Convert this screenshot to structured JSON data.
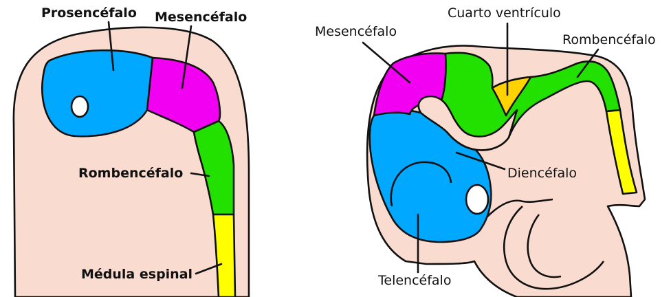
{
  "diagram": {
    "left_panel": {
      "labels": {
        "prosencefalo": "Prosencéfalo",
        "mesencefalo": "Mesencéfalo",
        "rombencefalo": "Rombencéfalo",
        "medula": "Médula espinal"
      }
    },
    "right_panel": {
      "labels": {
        "mesencefalo": "Mesencéfalo",
        "cuarto_ventriculo": "Cuarto ventrículo",
        "rombencefalo": "Rombencéfalo",
        "diencefalo": "Diencéfalo",
        "telencefalo": "Telencéfalo"
      }
    },
    "colors": {
      "embryo": "#f9dbd0",
      "prosencephalon": "#00a8ff",
      "mesencephalon": "#f200f2",
      "rhombencephalon": "#22e000",
      "spinal_cord": "#ffff00",
      "fourth_ventricle": "#ffd200",
      "outline": "#111111",
      "eye": "#ffffff"
    }
  }
}
